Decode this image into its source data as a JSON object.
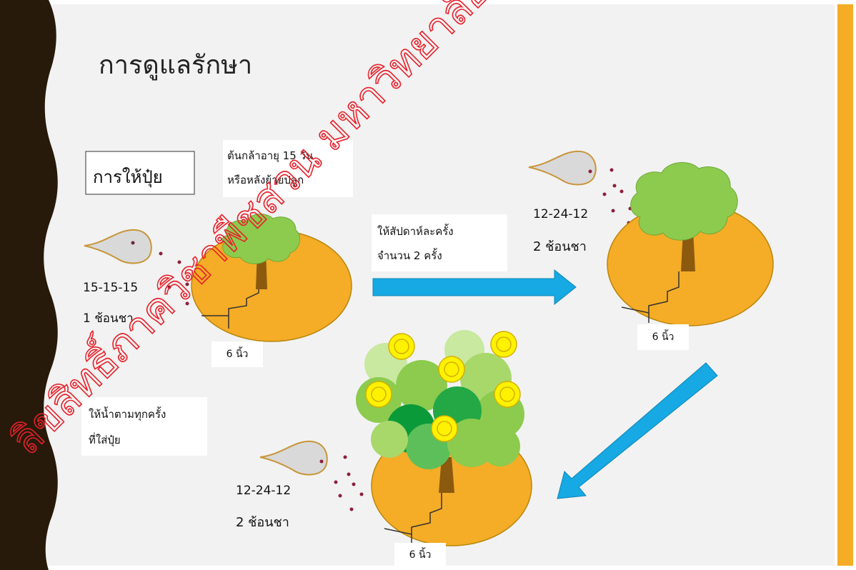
{
  "title": "การดูแลรักษา",
  "fertilizer_label": "การให้ปุ๋ย",
  "seedling_note": [
    "ต้นกล้าอายุ 15 วัน",
    "หรือหลังย้ายปลูก"
  ],
  "step1": {
    "formula": "15-15-15",
    "amount": "1 ช้อนชา",
    "depth": "6 นิ้ว"
  },
  "frequency_note": [
    "ให้สัปดาห์ละครั้ง",
    "จำนวน 2 ครั้ง"
  ],
  "step2": {
    "formula": "12-24-12",
    "amount": "2 ช้อนชา",
    "depth": "6 นิ้ว"
  },
  "water_note": [
    "ให้น้ำตามทุกครั้ง",
    "ที่ใส่ปุ๋ย"
  ],
  "step3": {
    "formula": "12-24-12",
    "amount": "2 ช้อนชา",
    "depth": "6 นิ้ว"
  },
  "watermark": "ลิขสิทธิ์ภาควิชาพืชสวน มหาวิทยาลัยเกษตร",
  "colors": {
    "soil": "#F5AC26",
    "tree_leaf": "#8CCB4E",
    "trunk": "#8B5A0F",
    "arrow": "#16A9E3",
    "frame": "#271A0A",
    "right_bar": "#F5AC26",
    "marigold": "#FFF200",
    "watermark": "#E8202A"
  }
}
